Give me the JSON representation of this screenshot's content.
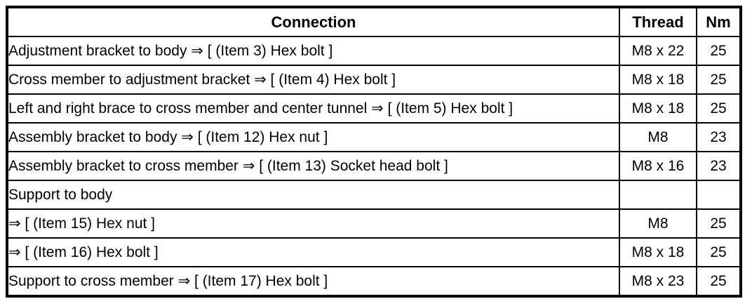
{
  "table": {
    "columns": [
      {
        "label": "Connection"
      },
      {
        "label": "Thread"
      },
      {
        "label": "Nm"
      }
    ],
    "rows": [
      {
        "connection": "Adjustment bracket to body ⇒ [ (Item 3) Hex bolt ]",
        "thread": "M8 x 22",
        "nm": "25"
      },
      {
        "connection": "Cross member to adjustment bracket ⇒ [ (Item 4) Hex bolt ]",
        "thread": "M8 x 18",
        "nm": "25"
      },
      {
        "connection": "Left and right brace to cross member and center tunnel ⇒ [ (Item 5) Hex bolt ]",
        "thread": "M8 x 18",
        "nm": "25"
      },
      {
        "connection": "Assembly bracket to body ⇒ [ (Item 12) Hex nut ]",
        "thread": "M8",
        "nm": "23"
      },
      {
        "connection": "Assembly bracket to cross member ⇒ [ (Item 13) Socket head bolt ]",
        "thread": "M8 x 16",
        "nm": "23"
      },
      {
        "connection": "Support to body",
        "thread": "",
        "nm": ""
      },
      {
        "connection": "⇒ [ (Item 15) Hex nut ]",
        "thread": "M8",
        "nm": "25"
      },
      {
        "connection": "⇒ [ (Item 16) Hex bolt ]",
        "thread": "M8 x 18",
        "nm": "25"
      },
      {
        "connection": "Support to cross member ⇒ [ (Item 17) Hex bolt ]",
        "thread": "M8 x 23",
        "nm": "25"
      }
    ]
  },
  "colors": {
    "border": "#000000",
    "background": "#ffffff",
    "text": "#000000"
  }
}
